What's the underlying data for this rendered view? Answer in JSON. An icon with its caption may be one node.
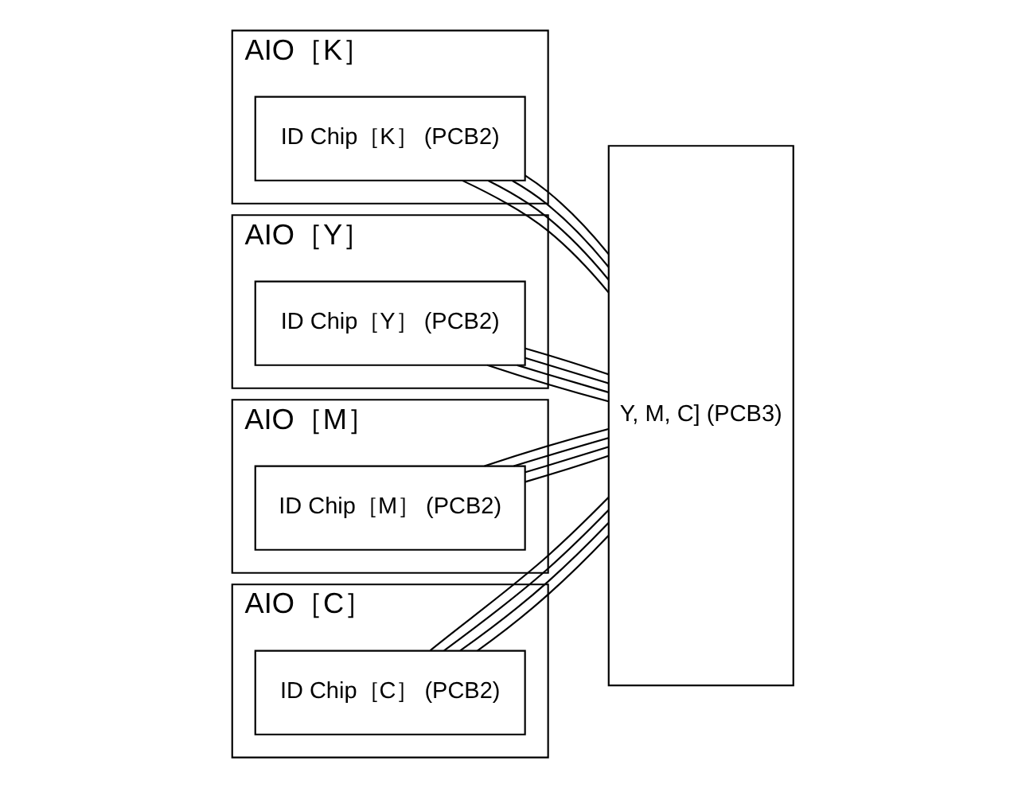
{
  "diagram": {
    "nodes": [
      {
        "text": [
          "AIO［K］"
        ]
      },
      {
        "text": [
          "ID Chip［K］ (PCB2)"
        ],
        "in": 0
      },
      {
        "text": [
          "AIO［Y］"
        ]
      },
      {
        "text": [
          "ID Chip［Y］ (PCB2)"
        ],
        "in": 2
      },
      {
        "text": [
          "AIO［M］"
        ]
      },
      {
        "text": [
          "ID Chip［M］ (PCB2)"
        ],
        "in": 4
      },
      {
        "text": [
          "AIO［C］"
        ]
      },
      {
        "text": [
          "ID Chip［C］ (PCB2)"
        ],
        "in": 6
      },
      {
        "text": [
          "Y, M, C] (PCB3)"
        ]
      }
    ],
    "edges": [
      {
        "from": 1,
        "to": 8,
        "arrow": "none"
      },
      {
        "from": 1,
        "to": 8,
        "arrow": "none"
      },
      {
        "from": 1,
        "to": 8,
        "arrow": "none"
      },
      {
        "from": 1,
        "to": 8,
        "arrow": "none"
      },
      {
        "from": 3,
        "to": 8,
        "arrow": "none"
      },
      {
        "from": 3,
        "to": 8,
        "arrow": "none"
      },
      {
        "from": 3,
        "to": 8,
        "arrow": "none"
      },
      {
        "from": 3,
        "to": 8,
        "arrow": "none"
      },
      {
        "from": 5,
        "to": 8,
        "arrow": "none"
      },
      {
        "from": 5,
        "to": 8,
        "arrow": "none"
      },
      {
        "from": 5,
        "to": 8,
        "arrow": "none"
      },
      {
        "from": 5,
        "to": 8,
        "arrow": "none"
      },
      {
        "from": 7,
        "to": 8,
        "arrow": "none"
      },
      {
        "from": 7,
        "to": 8,
        "arrow": "none"
      },
      {
        "from": 7,
        "to": 8,
        "arrow": "none"
      },
      {
        "from": 7,
        "to": 8,
        "arrow": "none"
      }
    ]
  }
}
